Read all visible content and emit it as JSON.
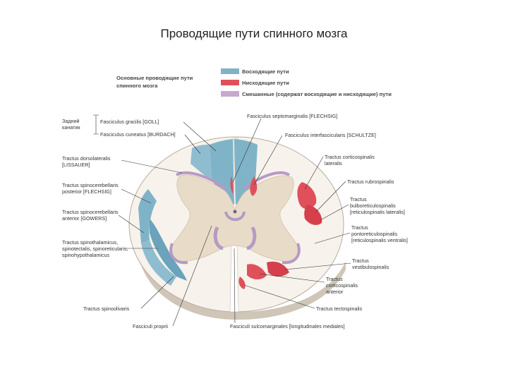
{
  "title": "Проводящие пути спинного мозга",
  "header": {
    "line1": "Основные проводящие пути",
    "line2": "спинного мозга"
  },
  "legend": [
    {
      "label": "Восходящие пути",
      "color": "#7fb3c8"
    },
    {
      "label": "Нисходящие пути",
      "color": "#e0505a"
    },
    {
      "label": "Смешанные (содержат восходящие и нисходящие) пути",
      "color": "#c8a8d0"
    }
  ],
  "left_labels": {
    "zadniy1": "Задний",
    "zadniy2": "канатик",
    "goll": "Fasciculus gracilis [GOLL]",
    "burdach": "Fasciculus cuneatus [BURDACH]",
    "lissauer1": "Tractus dorsolateralis",
    "lissauer2": "[LISSAUER]",
    "flechsig1": "Tractus spinocerebellaris",
    "flechsig2": "posterior [FLECHSIG]",
    "gowers1": "Tractus spinocerebellaris",
    "gowers2": "anterior [GOWERS]",
    "spinoth1": "Tractus spinothalamicus,",
    "spinoth2": "spinotectalis, spinoreticularis,",
    "spinoth3": "spinohypothalamicus",
    "olivaris": "Tractus spinoolivaris",
    "proprii": "Fasciculi proprii"
  },
  "right_labels": {
    "septo": "Fasciculus septomarginalis [FLECHSIG]",
    "schultze": "Fasciculus interfascicularis [SCHULTZE]",
    "corti1": "Tractus corticospinalis",
    "corti2": "lateralis",
    "rubro": "Tractus rubrospinalis",
    "bulbo1": "Tractus",
    "bulbo2": "bulboreticulospinalis",
    "bulbo3": "[reticulospinalis lateralis]",
    "ponto1": "Tractus",
    "ponto2": "pontoreticulospinalis",
    "ponto3": "[reticulospinalis ventralis]",
    "vest1": "Tractus",
    "vest2": "vestibulospinalis",
    "ca1": "Tractus",
    "ca2": "corticospinalis",
    "ca3": "anterior",
    "tecto": "Tractus tectospinalis",
    "sulco": "Fasciculi sulcomarginales [longitudinales mediales]"
  }
}
